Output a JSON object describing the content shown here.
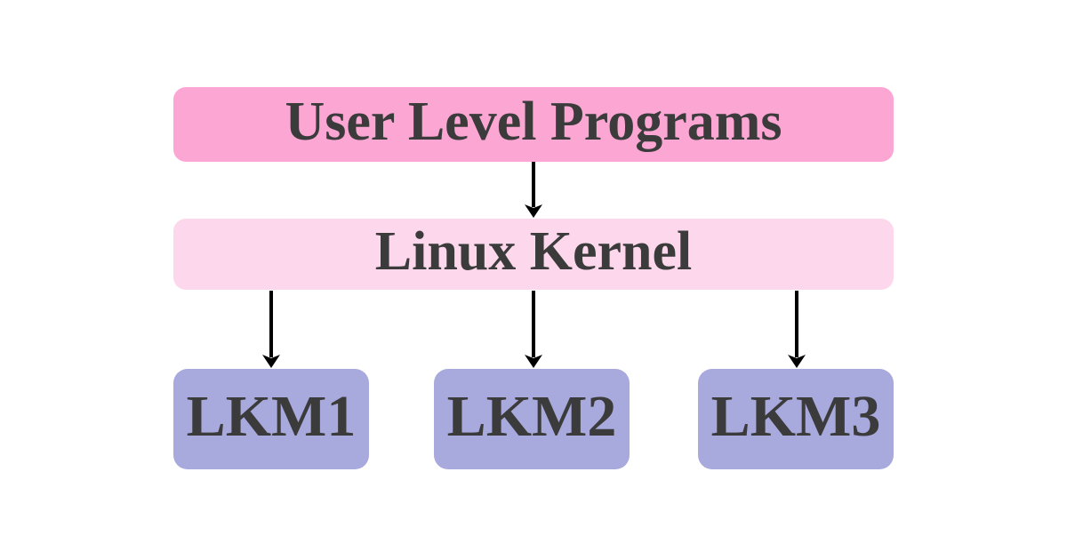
{
  "diagram": {
    "background_color": "#ffffff",
    "text_color": "#3b3b3b",
    "arrow_color": "#000000",
    "nodes": {
      "user_level_programs": {
        "label": "User Level Programs",
        "fill": "#fba6d3"
      },
      "linux_kernel": {
        "label": "Linux Kernel",
        "fill": "#fdd7eb"
      },
      "lkm1": {
        "label": "LKM1",
        "fill": "#a8a9dc"
      },
      "lkm2": {
        "label": "LKM2",
        "fill": "#a8a9dc"
      },
      "lkm3": {
        "label": "LKM3",
        "fill": "#a8a9dc"
      }
    },
    "edges": [
      {
        "from": "User Level Programs",
        "to": "Linux Kernel"
      },
      {
        "from": "Linux Kernel",
        "to": "LKM1"
      },
      {
        "from": "Linux Kernel",
        "to": "LKM2"
      },
      {
        "from": "Linux Kernel",
        "to": "LKM3"
      }
    ]
  }
}
